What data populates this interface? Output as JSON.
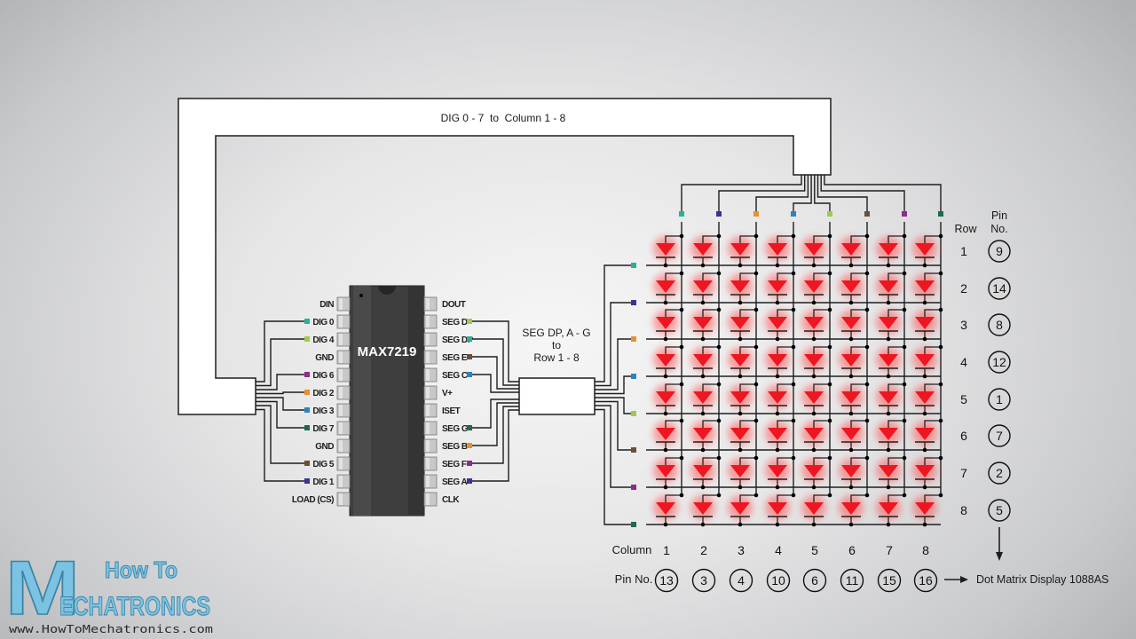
{
  "colors": {
    "teal": "#22b59a",
    "navy": "#3b3394",
    "orange": "#e8902f",
    "blue": "#2a84c4",
    "lime": "#9dcc4c",
    "brown": "#6d4e36",
    "purple": "#8e2c8e",
    "green": "#1d6b4b",
    "led": "#ee1620",
    "led_glow": "#ff5a5a",
    "wire": "#1e1e1e",
    "chip_body": "#3e3e3e",
    "logo_fill": "#7cc3e3",
    "logo_stroke": "#3a84a6"
  },
  "bus_top_label": "DIG 0 - 7  to  Column 1 - 8",
  "bus_seg_label": [
    "SEG DP, A - G",
    "to",
    "Row 1 - 8"
  ],
  "chip": {
    "name": "MAX7219",
    "left_pins": [
      {
        "label": "DIN",
        "color": null
      },
      {
        "label": "DIG 0",
        "color": "teal"
      },
      {
        "label": "DIG 4",
        "color": "lime"
      },
      {
        "label": "GND",
        "color": null
      },
      {
        "label": "DIG 6",
        "color": "purple"
      },
      {
        "label": "DIG 2",
        "color": "orange"
      },
      {
        "label": "DIG 3",
        "color": "blue"
      },
      {
        "label": "DIG 7",
        "color": "green"
      },
      {
        "label": "GND",
        "color": null
      },
      {
        "label": "DIG 5",
        "color": "brown"
      },
      {
        "label": "DIG 1",
        "color": "navy"
      },
      {
        "label": "LOAD (CS)",
        "color": null
      }
    ],
    "right_pins": [
      {
        "label": "DOUT",
        "color": null
      },
      {
        "label": "SEG D",
        "color": "lime"
      },
      {
        "label": "SEG DP",
        "color": "teal"
      },
      {
        "label": "SEG E",
        "color": "brown"
      },
      {
        "label": "SEG C",
        "color": "blue"
      },
      {
        "label": "V+",
        "color": null
      },
      {
        "label": "ISET",
        "color": null
      },
      {
        "label": "SEG G",
        "color": "green"
      },
      {
        "label": "SEG B",
        "color": "orange"
      },
      {
        "label": "SEG F",
        "color": "purple"
      },
      {
        "label": "SEG A",
        "color": "navy"
      },
      {
        "label": "CLK",
        "color": null
      }
    ]
  },
  "matrix": {
    "row_header": "Row",
    "pin_header": [
      "Pin",
      "No."
    ],
    "rows": [
      {
        "num": "1",
        "pin": "9",
        "color": "teal"
      },
      {
        "num": "2",
        "pin": "14",
        "color": "navy"
      },
      {
        "num": "3",
        "pin": "8",
        "color": "orange"
      },
      {
        "num": "4",
        "pin": "12",
        "color": "blue"
      },
      {
        "num": "5",
        "pin": "1",
        "color": "lime"
      },
      {
        "num": "6",
        "pin": "7",
        "color": "brown"
      },
      {
        "num": "7",
        "pin": "2",
        "color": "purple"
      },
      {
        "num": "8",
        "pin": "5",
        "color": "green"
      }
    ],
    "column_header": "Column",
    "pin_no_label": "Pin No.",
    "columns": [
      {
        "num": "1",
        "pin": "13",
        "color": "teal"
      },
      {
        "num": "2",
        "pin": "3",
        "color": "navy"
      },
      {
        "num": "3",
        "pin": "4",
        "color": "orange"
      },
      {
        "num": "4",
        "pin": "10",
        "color": "blue"
      },
      {
        "num": "5",
        "pin": "6",
        "color": "lime"
      },
      {
        "num": "6",
        "pin": "11",
        "color": "brown"
      },
      {
        "num": "7",
        "pin": "15",
        "color": "purple"
      },
      {
        "num": "8",
        "pin": "16",
        "color": "green"
      }
    ],
    "display_label": "Dot Matrix Display 1088AS"
  },
  "logo": {
    "initial": "M",
    "line1": "How To",
    "line2_rest": "ECHATRONICS",
    "url": "www.HowToMechatronics.com"
  }
}
